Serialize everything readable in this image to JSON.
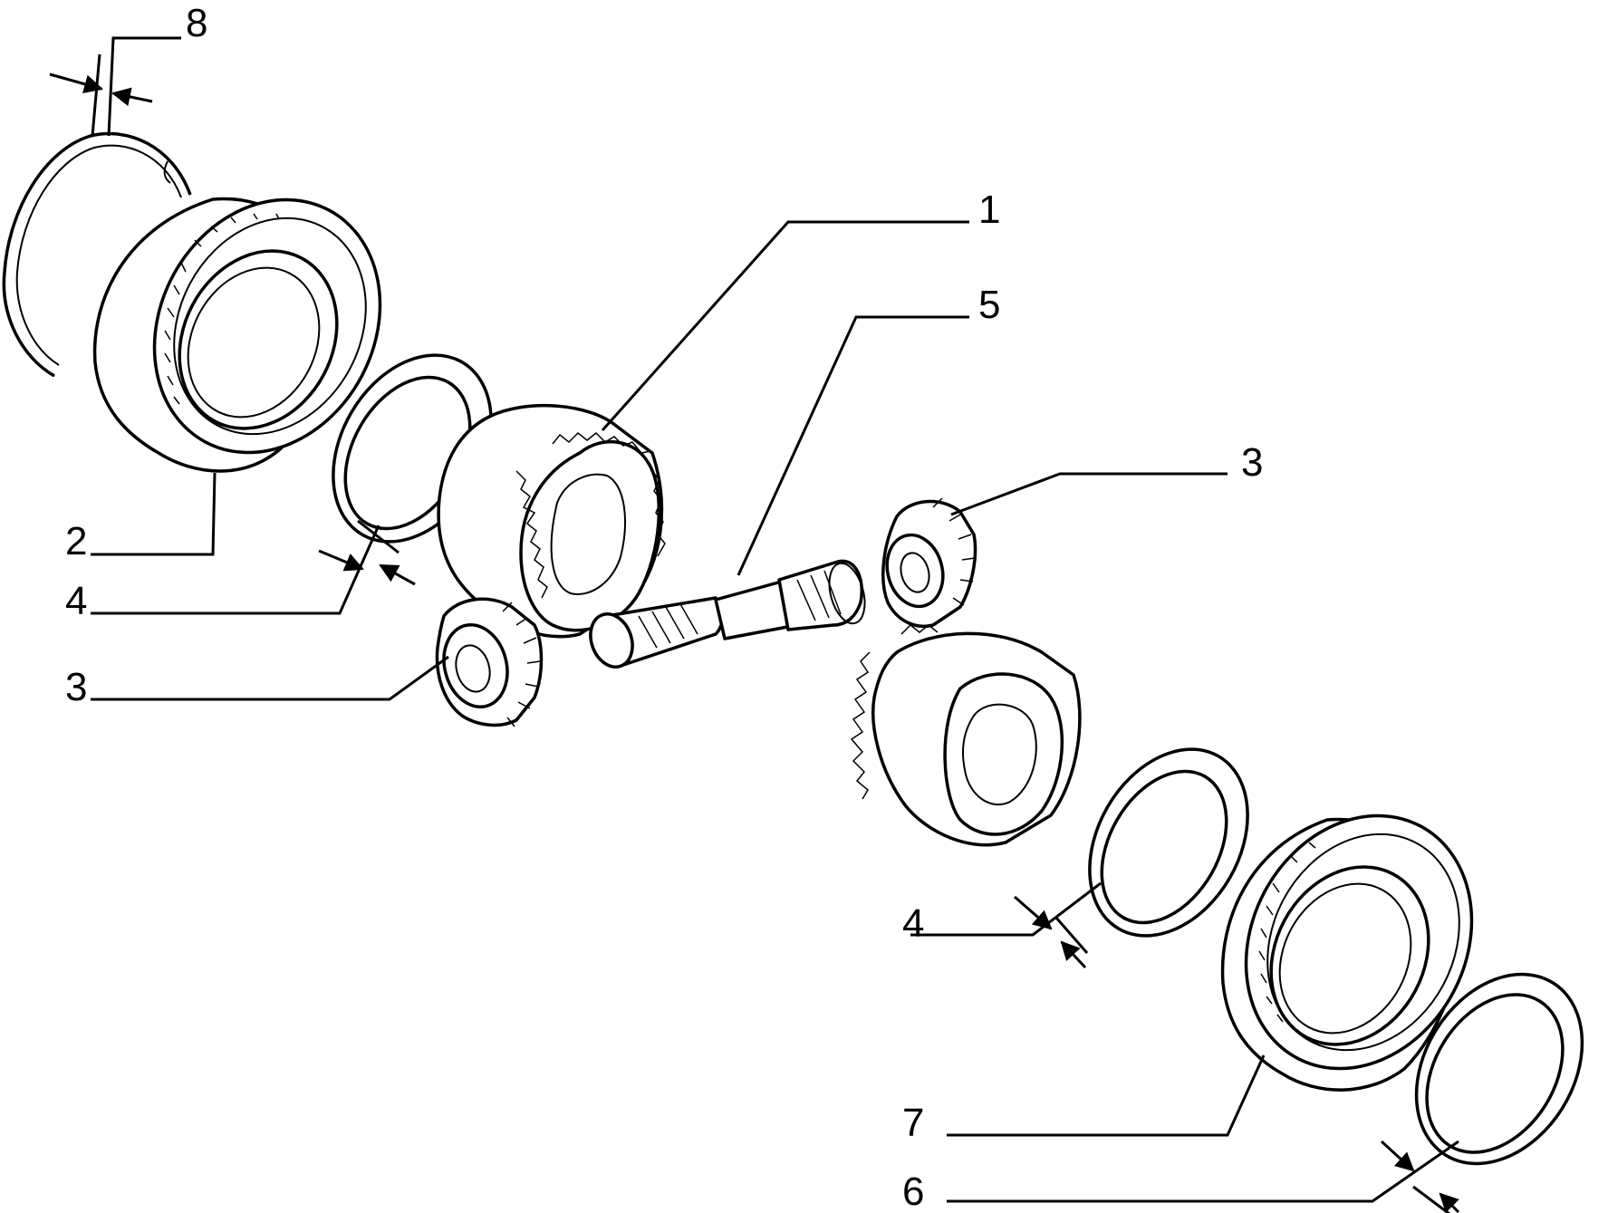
{
  "diagram": {
    "callouts": [
      {
        "id": "c8-top",
        "text": "8"
      },
      {
        "id": "c1",
        "text": "1"
      },
      {
        "id": "c5",
        "text": "5"
      },
      {
        "id": "c3-right",
        "text": "3"
      },
      {
        "id": "c2",
        "text": "2"
      },
      {
        "id": "c4-left",
        "text": "4"
      },
      {
        "id": "c3-left",
        "text": "3"
      },
      {
        "id": "c4-right",
        "text": "4"
      },
      {
        "id": "c7",
        "text": "7"
      },
      {
        "id": "c6",
        "text": "6"
      }
    ]
  }
}
